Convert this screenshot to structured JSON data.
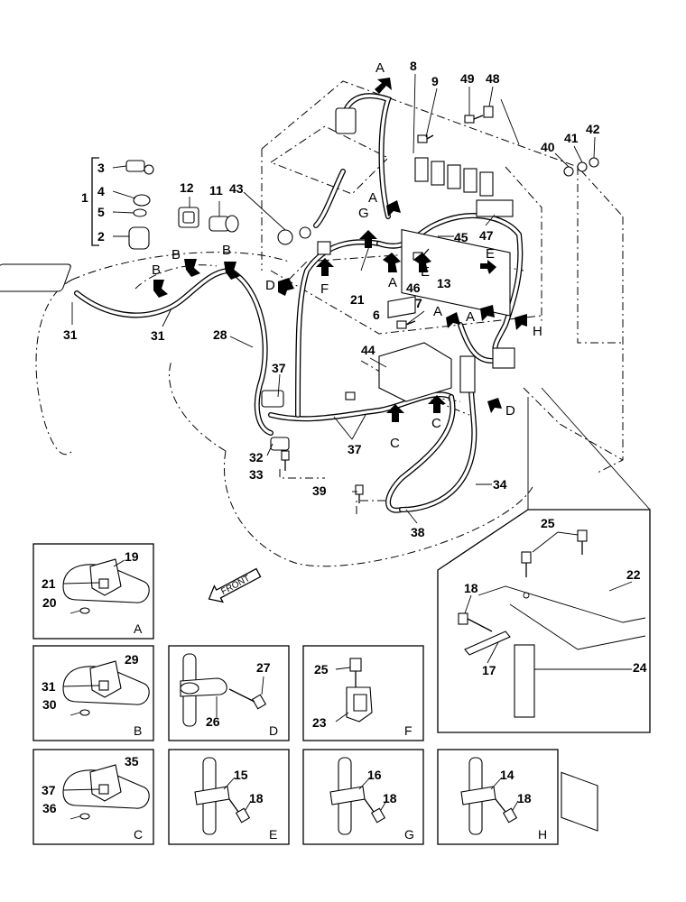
{
  "main_labels": {
    "n1": "1",
    "n2": "2",
    "n3": "3",
    "n4": "4",
    "n5": "5",
    "n6": "6",
    "n7": "7",
    "n8": "8",
    "n9": "9",
    "n11": "11",
    "n12": "12",
    "n13": "13",
    "n21": "21",
    "n28": "28",
    "n31a": "31",
    "n31b": "31",
    "n32": "32",
    "n33": "33",
    "n34": "34",
    "n37a": "37",
    "n37b": "37",
    "n38": "38",
    "n39": "39",
    "n40": "40",
    "n41": "41",
    "n42": "42",
    "n43": "43",
    "n44": "44",
    "n45": "45",
    "n46": "46",
    "n47": "47",
    "n48": "48",
    "n49": "49"
  },
  "section_letters": {
    "a_top": "A",
    "a_mid": "A",
    "a_low": "A",
    "a_low2": "A",
    "a_right": "A",
    "b_left": "B",
    "b_right": "B",
    "b_low": "B",
    "c_left": "C",
    "c_right": "C",
    "d_left": "D",
    "d_right": "D",
    "e_upper": "E",
    "e_lower": "E",
    "f": "F",
    "g": "G",
    "h": "H"
  },
  "inset_22": {
    "n17": "17",
    "n18": "18",
    "n22": "22",
    "n24": "24",
    "n25": "25"
  },
  "details": {
    "A": {
      "letter": "A",
      "n1": "19",
      "n2": "21",
      "n3": "20"
    },
    "B": {
      "letter": "B",
      "n1": "29",
      "n2": "31",
      "n3": "30"
    },
    "C": {
      "letter": "C",
      "n1": "35",
      "n2": "37",
      "n3": "36"
    },
    "D": {
      "letter": "D",
      "n1": "27",
      "n2": "26"
    },
    "E": {
      "letter": "E",
      "n1": "15",
      "n2": "18"
    },
    "F": {
      "letter": "F",
      "n1": "25",
      "n2": "23"
    },
    "G": {
      "letter": "G",
      "n1": "16",
      "n2": "18"
    },
    "H": {
      "letter": "H",
      "n1": "14",
      "n2": "18"
    }
  },
  "front_label": "FRONT"
}
